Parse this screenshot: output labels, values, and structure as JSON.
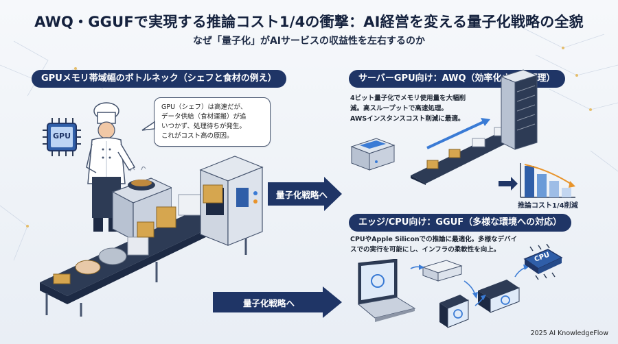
{
  "title": "AWQ・GGUFで実現する推論コスト1/4の衝撃：AI経営を変える量子化戦略の全貌",
  "subtitle": "なぜ「量子化」がAIサービスの収益性を左右するのか",
  "left_panel": {
    "banner": "GPUメモリ帯域幅のボトルネック（シェフと食材の例え）",
    "chip_label": "GPU",
    "bubble_lines": [
      "GPU（シェフ）は高速だが、",
      "データ供給（食材運搬）が追",
      "いつかず、処理待ちが発生。",
      "これがコスト高の原因。"
    ]
  },
  "arrows": {
    "top_label": "量子化戦略へ",
    "bottom_label": "量子化戦略へ"
  },
  "server_panel": {
    "banner": "サーバーGPU向け：AWQ（効率化された調理）",
    "desc_lines": [
      "4ビット量子化でメモリ使用量を大幅削",
      "減。高スループットで高速処理。",
      "AWSインスタンスコスト削減に最適。"
    ],
    "chart_label": "推論コスト1/4削減"
  },
  "edge_panel": {
    "banner": "エッジ/CPU向け：GGUF（多様な環境への対応）",
    "desc_lines": [
      "CPUやApple Siliconでの推論に最適化。多様なデバイ",
      "スでの実行を可能にし、インフラの柔軟性を向上。"
    ],
    "chip_label": "CPU"
  },
  "footer": "2025 AI KnowledgeFlow",
  "colors": {
    "navy": "#1f3566",
    "belt": "#2d3b55",
    "orange": "#e8942c",
    "blue_accent": "#3a7bd5"
  }
}
